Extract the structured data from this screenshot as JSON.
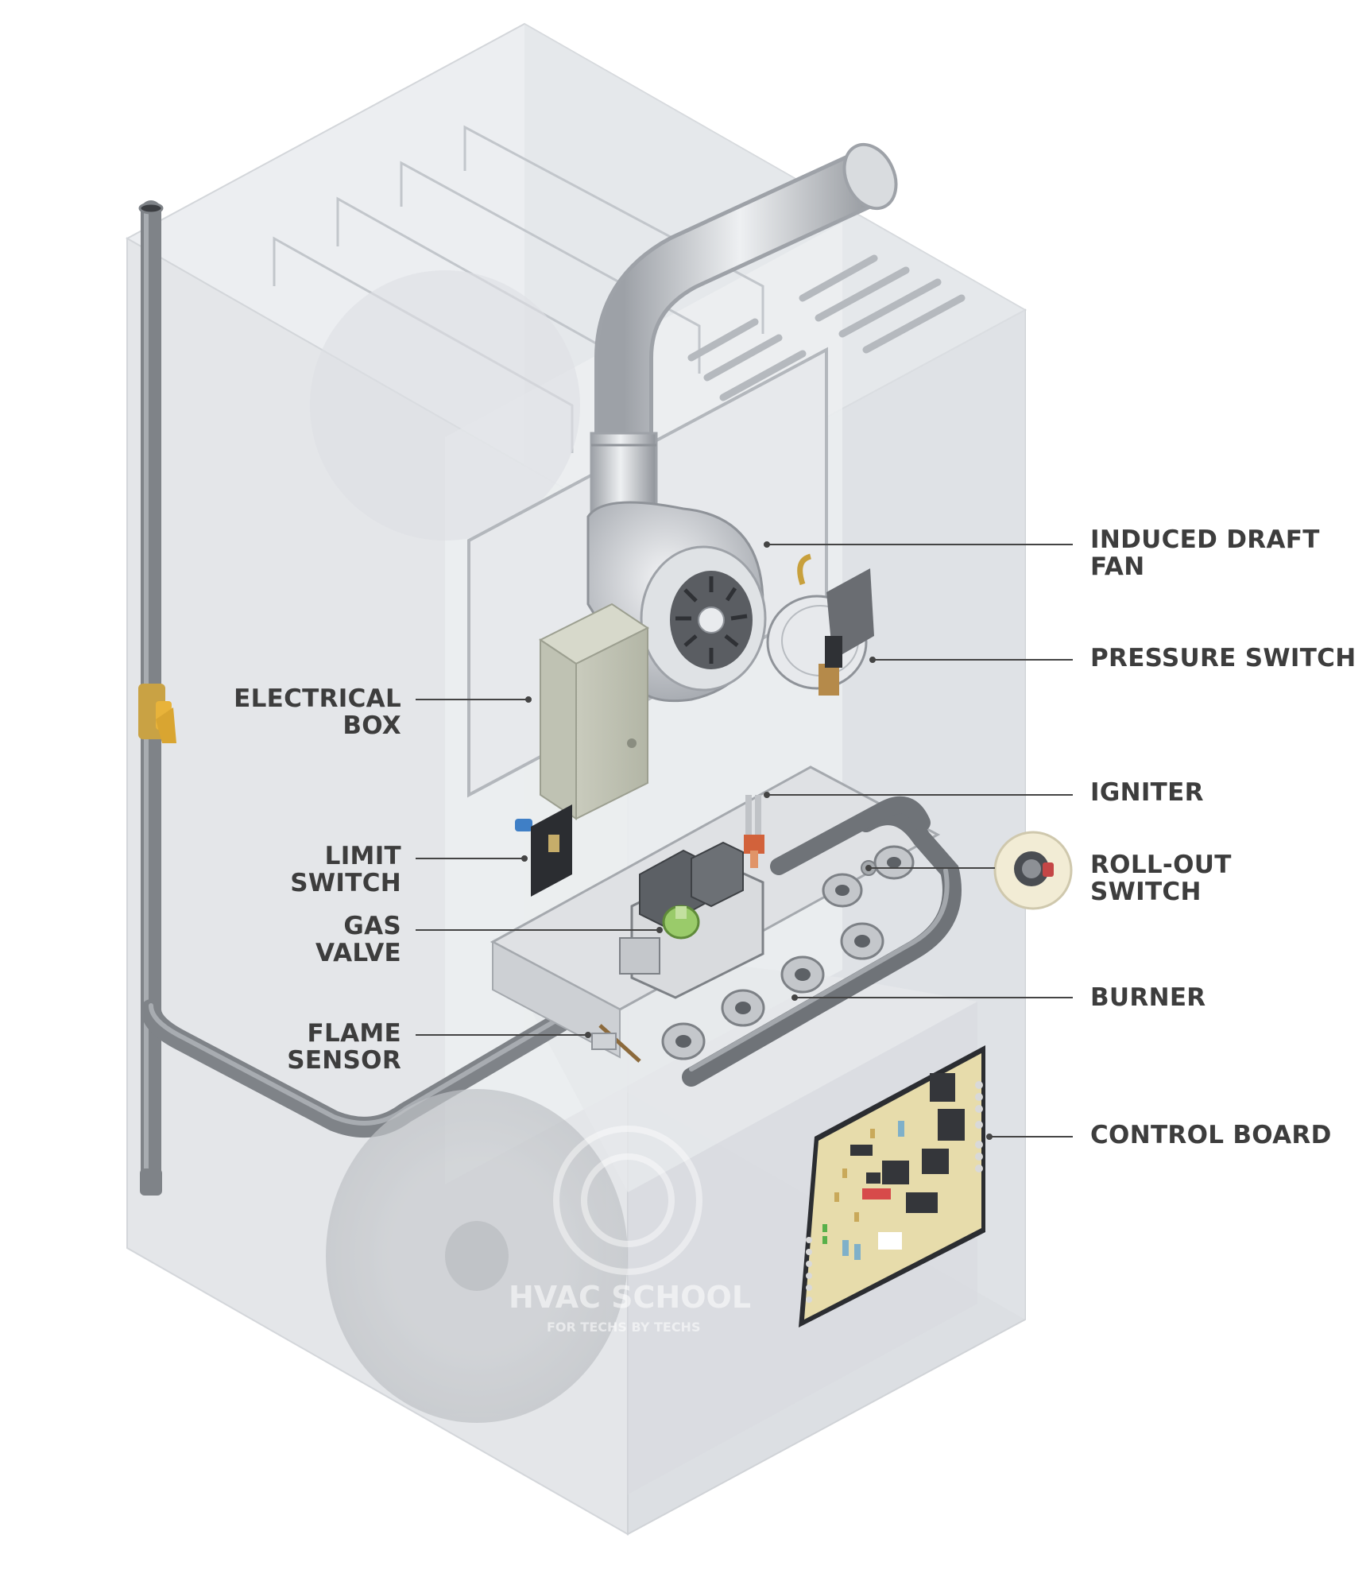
{
  "labels": {
    "induced_draft_fan": [
      "INDUCED DRAFT",
      "FAN"
    ],
    "pressure_switch": [
      "PRESSURE SWITCH"
    ],
    "electrical_box": [
      "ELECTRICAL",
      "BOX"
    ],
    "igniter": [
      "IGNITER"
    ],
    "limit_switch": [
      "LIMIT",
      "SWITCH"
    ],
    "roll_out_switch": [
      "ROLL-OUT",
      "SWITCH"
    ],
    "gas_valve": [
      "GAS",
      "VALVE"
    ],
    "burner": [
      "BURNER"
    ],
    "flame_sensor": [
      "FLAME",
      "SENSOR"
    ],
    "control_board": [
      "CONTROL BOARD"
    ]
  },
  "watermark": {
    "brand": "HVAC SCHOOL",
    "tagline": "FOR TECHS BY TECHS"
  },
  "colors": {
    "label_text": "#3d3d3d",
    "leader_line": "#444444",
    "cabinet_face": "#e9ebee",
    "pipe": "#8c8f94",
    "valve_handle": "#e8b33a",
    "control_board": "#e7dcab",
    "gas_valve_knob": "#9acb6a"
  }
}
